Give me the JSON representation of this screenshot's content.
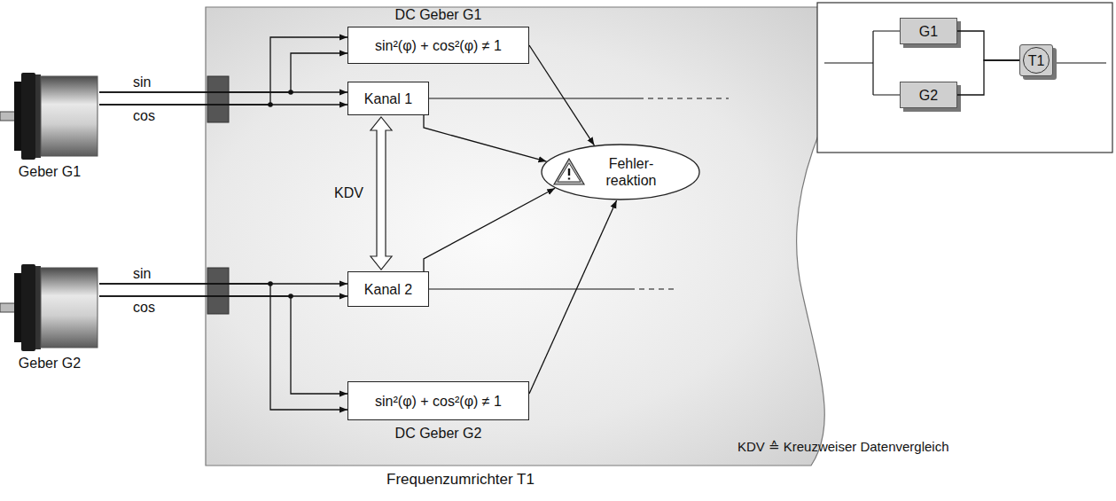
{
  "diagram": {
    "nodes": [
      {
        "text": [
          "Frequenzumrichter T1"
        ]
      },
      {
        "text": [
          "DC Geber G1",
          "sin²(φ) + cos²(φ) ≠ 1"
        ],
        "in": 0
      },
      {
        "text": [
          "Kanal 1"
        ],
        "in": 0
      },
      {
        "text": [
          "Fehler- reaktion"
        ],
        "in": 0
      },
      {
        "text": [
          "Kanal 2"
        ],
        "in": 0
      },
      {
        "text": [
          "sin²(φ) + cos²(φ) ≠ 1",
          "DC Geber G2"
        ],
        "in": 0
      },
      {
        "text": [
          "Geber G1"
        ]
      },
      {
        "text": [
          "Geber G2"
        ]
      },
      {
        "text": [
          "G1"
        ]
      },
      {
        "text": [
          "G2"
        ]
      },
      {
        "text": [
          "T1"
        ]
      }
    ],
    "edges": [
      {
        "from": 6,
        "to": 2,
        "arrow": "to"
      },
      {
        "from": 6,
        "to": 2,
        "arrow": "to"
      },
      {
        "from": 6,
        "to": 1,
        "arrow": "to"
      },
      {
        "from": 6,
        "to": 1,
        "arrow": "to"
      },
      {
        "from": 7,
        "to": 4,
        "arrow": "to"
      },
      {
        "from": 7,
        "to": 4,
        "arrow": "to"
      },
      {
        "from": 7,
        "to": 5,
        "arrow": "to"
      },
      {
        "from": 7,
        "to": 5,
        "arrow": "to"
      },
      {
        "from": 2,
        "to": 4,
        "label": "KDV",
        "arrow": "both"
      },
      {
        "from": 1,
        "to": 3,
        "arrow": "to"
      },
      {
        "from": 2,
        "to": 3,
        "arrow": "to"
      },
      {
        "from": 4,
        "to": 3,
        "arrow": "to"
      },
      {
        "from": 5,
        "to": 3,
        "arrow": "to"
      },
      {
        "from": 8,
        "to": 10,
        "arrow": "none"
      },
      {
        "from": 9,
        "to": 10,
        "arrow": "none"
      }
    ],
    "labels": [
      "sin",
      "cos",
      "sin",
      "cos",
      "KDV ≙ Kreuzweiser Datenvergleich"
    ]
  }
}
